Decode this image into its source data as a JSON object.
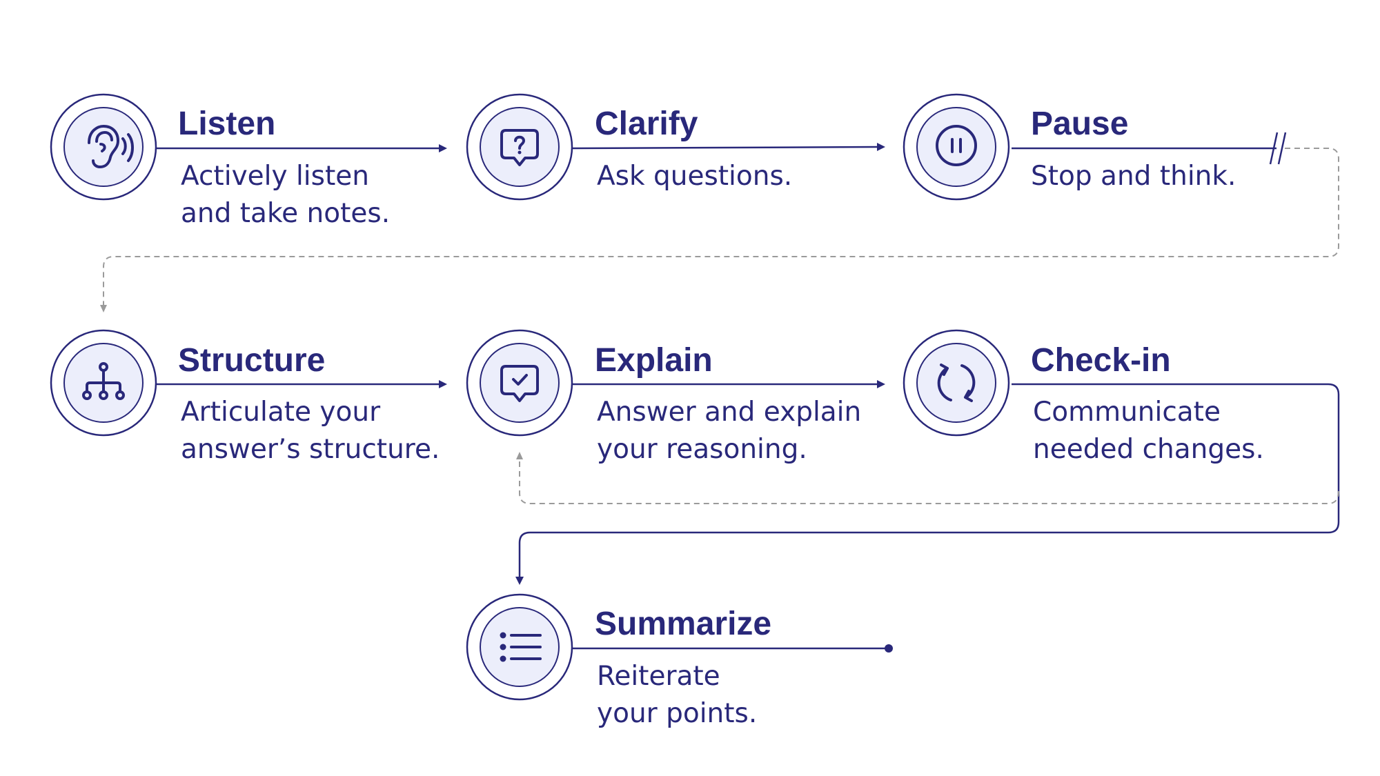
{
  "steps": [
    {
      "id": "listen",
      "title": "Listen",
      "desc": [
        "Actively listen",
        "and take notes."
      ],
      "icon": "ear-sound-icon"
    },
    {
      "id": "clarify",
      "title": "Clarify",
      "desc": [
        "Ask questions."
      ],
      "icon": "question-bubble-icon"
    },
    {
      "id": "pause",
      "title": "Pause",
      "desc": [
        "Stop and think."
      ],
      "icon": "pause-icon"
    },
    {
      "id": "structure",
      "title": "Structure",
      "desc": [
        "Articulate your",
        "answer’s structure."
      ],
      "icon": "hierarchy-icon"
    },
    {
      "id": "explain",
      "title": "Explain",
      "desc": [
        "Answer and explain",
        "your reasoning."
      ],
      "icon": "check-bubble-icon"
    },
    {
      "id": "check-in",
      "title": "Check-in",
      "desc": [
        "Communicate",
        "needed changes."
      ],
      "icon": "refresh-icon"
    },
    {
      "id": "summarize",
      "title": "Summarize",
      "desc": [
        "Reiterate",
        "your points."
      ],
      "icon": "list-icon"
    }
  ],
  "colors": {
    "primary": "#29287a",
    "icon_bg": "#eceefb",
    "dashed": "#9a9a9a"
  }
}
